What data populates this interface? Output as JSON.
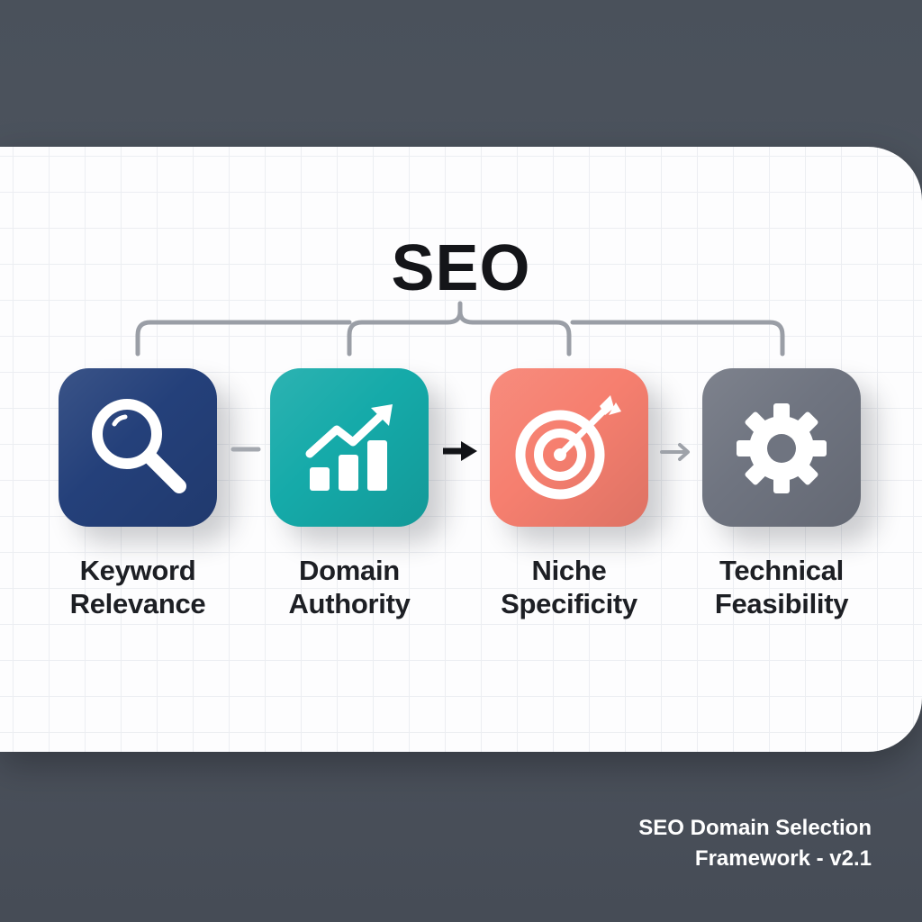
{
  "title": "SEO",
  "steps": [
    {
      "line1": "Keyword",
      "line2": "Relevance",
      "icon": "magnifier-icon",
      "color": "#24407a"
    },
    {
      "line1": "Domain",
      "line2": "Authority",
      "icon": "growth-chart-icon",
      "color": "#15aaa9"
    },
    {
      "line1": "Niche",
      "line2": "Specificity",
      "icon": "target-icon",
      "color": "#f67f6f"
    },
    {
      "line1": "Technical",
      "line2": "Feasibility",
      "icon": "gear-icon",
      "color": "#6f7480"
    }
  ],
  "footer": {
    "line1": "SEO Domain Selection",
    "line2": "Framework - v2.1"
  }
}
